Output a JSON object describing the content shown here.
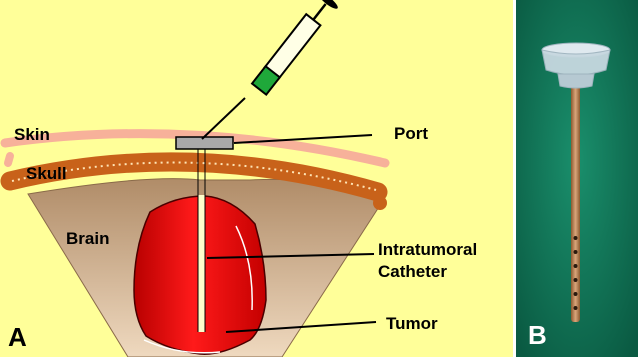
{
  "panel_a": {
    "letter": "A",
    "labels": {
      "skin": "Skin",
      "skull": "Skull",
      "brain": "Brain",
      "port": "Port",
      "catheter_line1": "Intratumoral",
      "catheter_line2": "Catheter",
      "tumor": "Tumor"
    }
  },
  "panel_b": {
    "letter": "B"
  },
  "colors": {
    "background_a": "#ffff99",
    "skin": "#f7b19a",
    "skull": "#d2691e",
    "skull_dots": "#ffe4b5",
    "brain": "#c9a27a",
    "tumor": "#dd0d0d",
    "syringe_barrel": "#ffffe6",
    "syringe_fluid": "#1fa83a",
    "port": "#a9a9a9",
    "photo_background": "#0f7a5a",
    "photo_letter": "#ffffff"
  }
}
